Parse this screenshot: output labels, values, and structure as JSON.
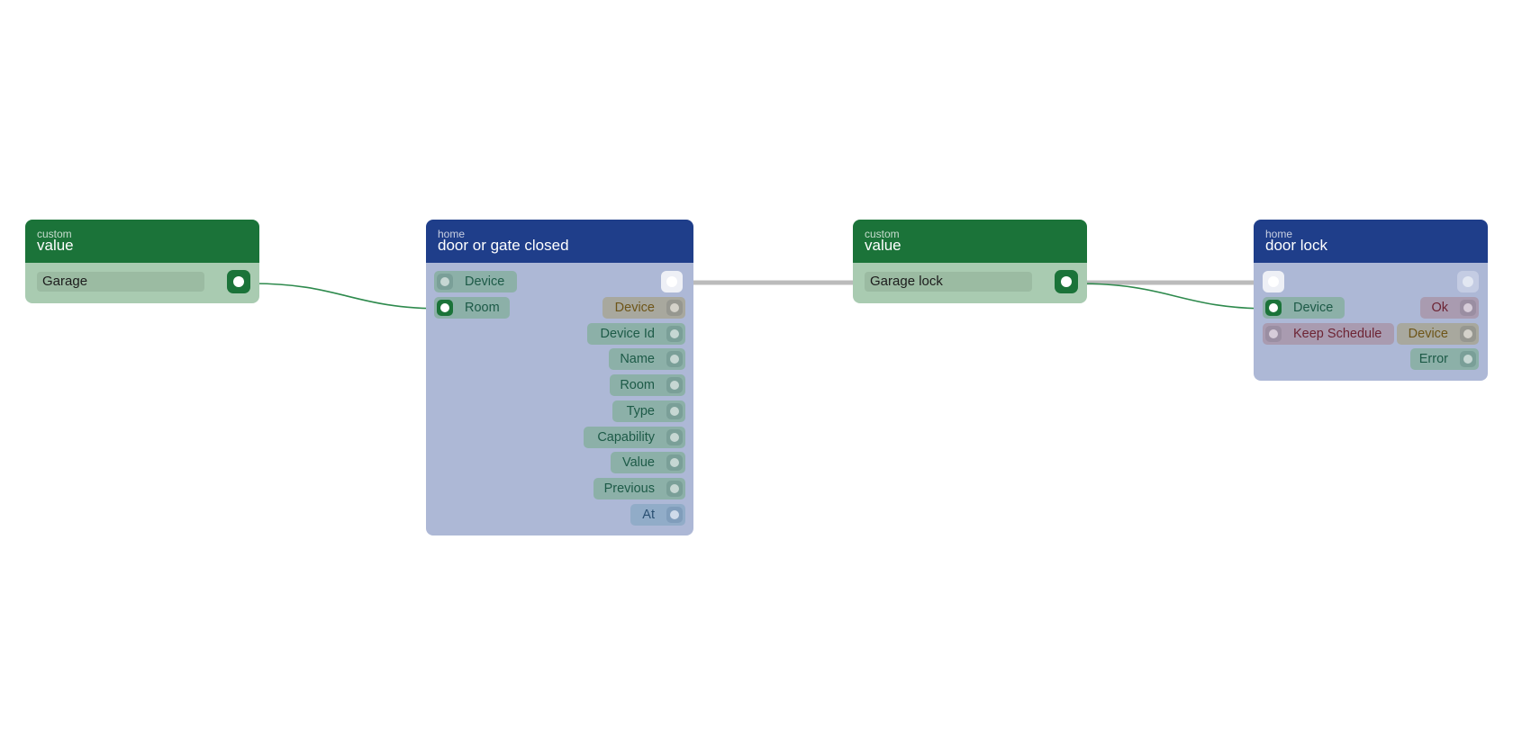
{
  "nodes": {
    "value1": {
      "category": "custom",
      "title": "value",
      "value": "Garage"
    },
    "door_closed": {
      "category": "home",
      "title": "door or gate closed",
      "inputs": [
        "Device",
        "Room"
      ],
      "outputs": [
        "Device",
        "Device Id",
        "Name",
        "Room",
        "Type",
        "Capability",
        "Value",
        "Previous",
        "At"
      ]
    },
    "value2": {
      "category": "custom",
      "title": "value",
      "value": "Garage lock"
    },
    "door_lock": {
      "category": "home",
      "title": "door lock",
      "inputs": [
        "Device",
        "Keep Schedule"
      ],
      "outputs": [
        "Ok",
        "Device",
        "Error"
      ]
    }
  },
  "colors": {
    "custom_header": "#1b7339",
    "custom_body": "#a9cbb1",
    "home_header": "#1f3e8a",
    "home_body": "#adb8d6",
    "active_socket": "#1b7339",
    "data_wire": "#2e8a4d",
    "flow_wire": "#bbbbbb"
  }
}
